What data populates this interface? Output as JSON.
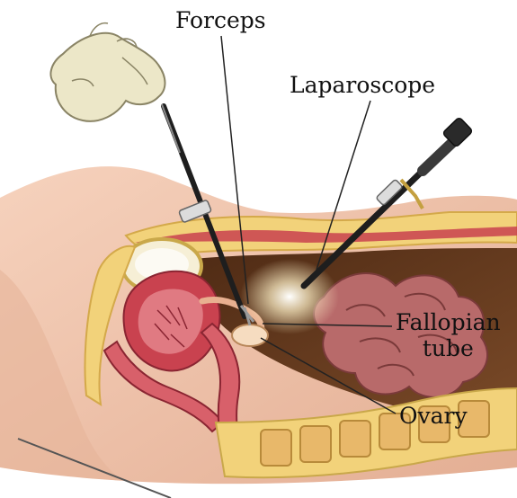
{
  "labels": {
    "forceps": "Forceps",
    "laparoscope": "Laparoscope",
    "fallopian_line1": "Fallopian",
    "fallopian_line2": "tube",
    "ovary": "Ovary"
  },
  "colors": {
    "skin": "#f2c8b0",
    "skin_shadow": "#dba48a",
    "glove": "#ece7c8",
    "fat": "#f2d27a",
    "cavity": "#6b3f22",
    "uterus": "#c9424f",
    "muscle": "#d8606a",
    "instrument": "#2a2a2a",
    "light": "#fff6d8"
  }
}
